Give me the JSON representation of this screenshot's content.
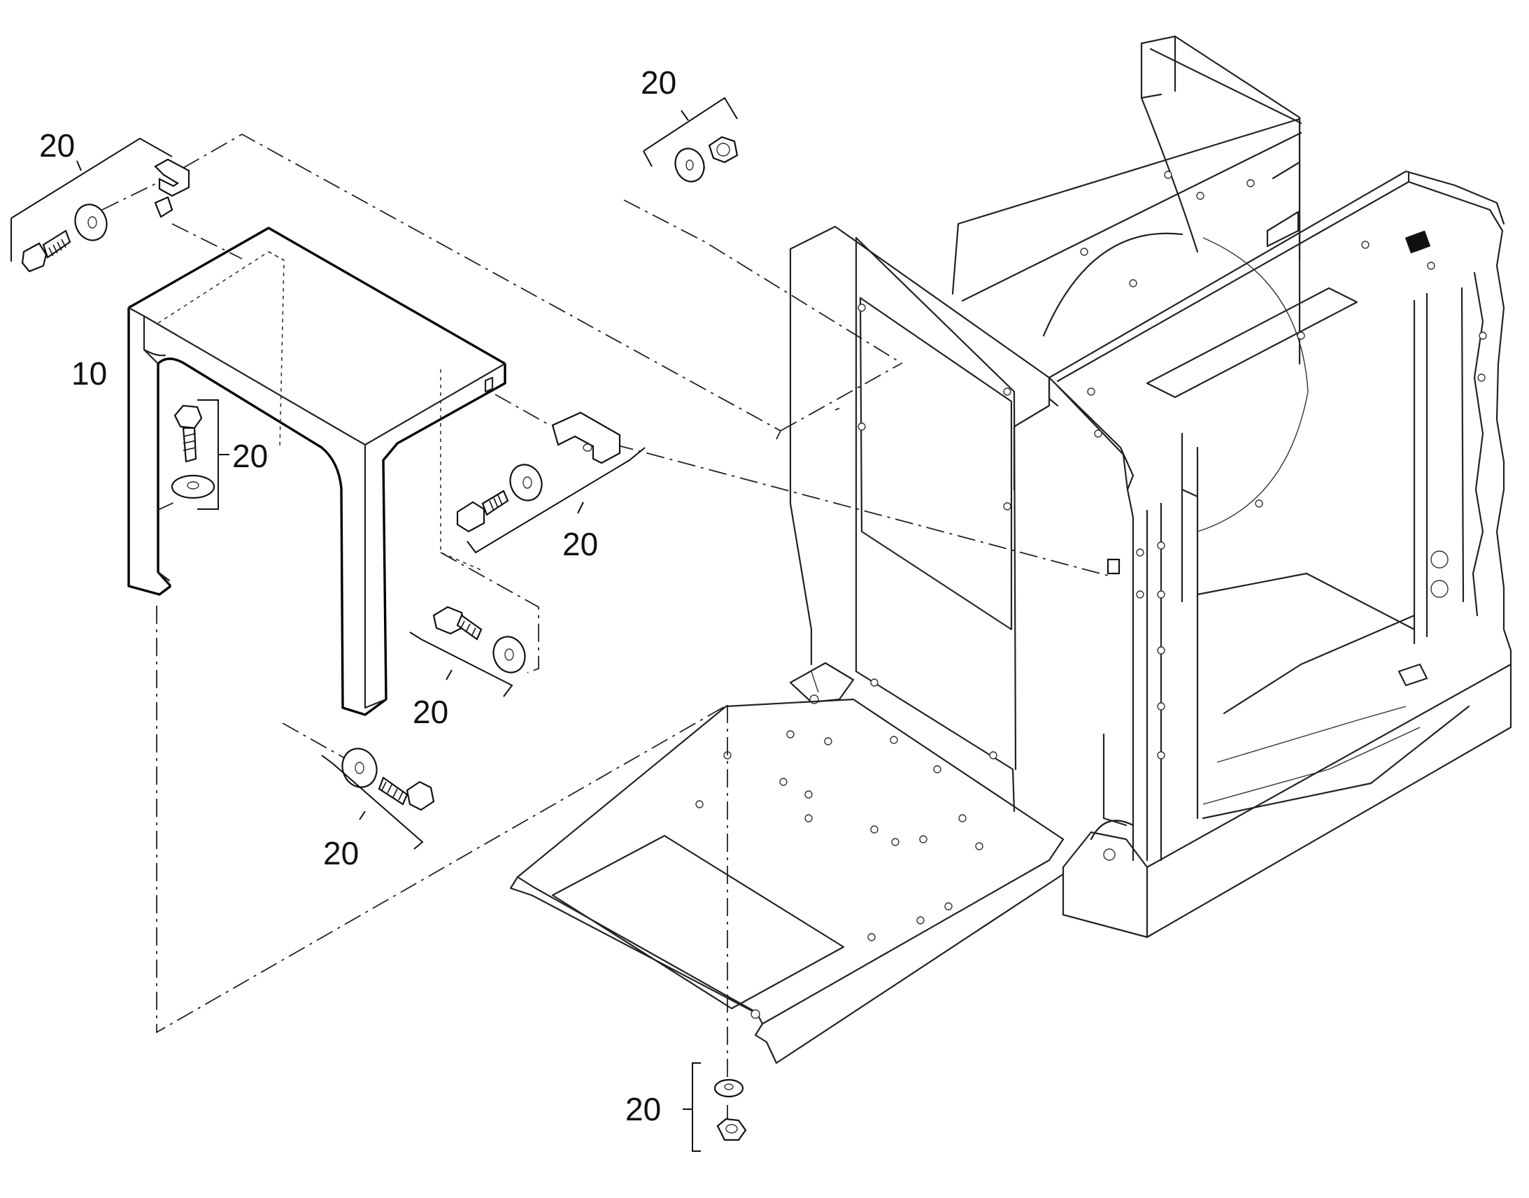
{
  "diagram": {
    "type": "exploded parts diagram",
    "callouts": [
      {
        "id": "c10",
        "label": "10"
      },
      {
        "id": "c20a",
        "label": "20"
      },
      {
        "id": "c20b",
        "label": "20"
      },
      {
        "id": "c20c",
        "label": "20"
      },
      {
        "id": "c20d",
        "label": "20"
      },
      {
        "id": "c20e",
        "label": "20"
      },
      {
        "id": "c20f",
        "label": "20"
      },
      {
        "id": "c20g",
        "label": "20"
      }
    ]
  }
}
